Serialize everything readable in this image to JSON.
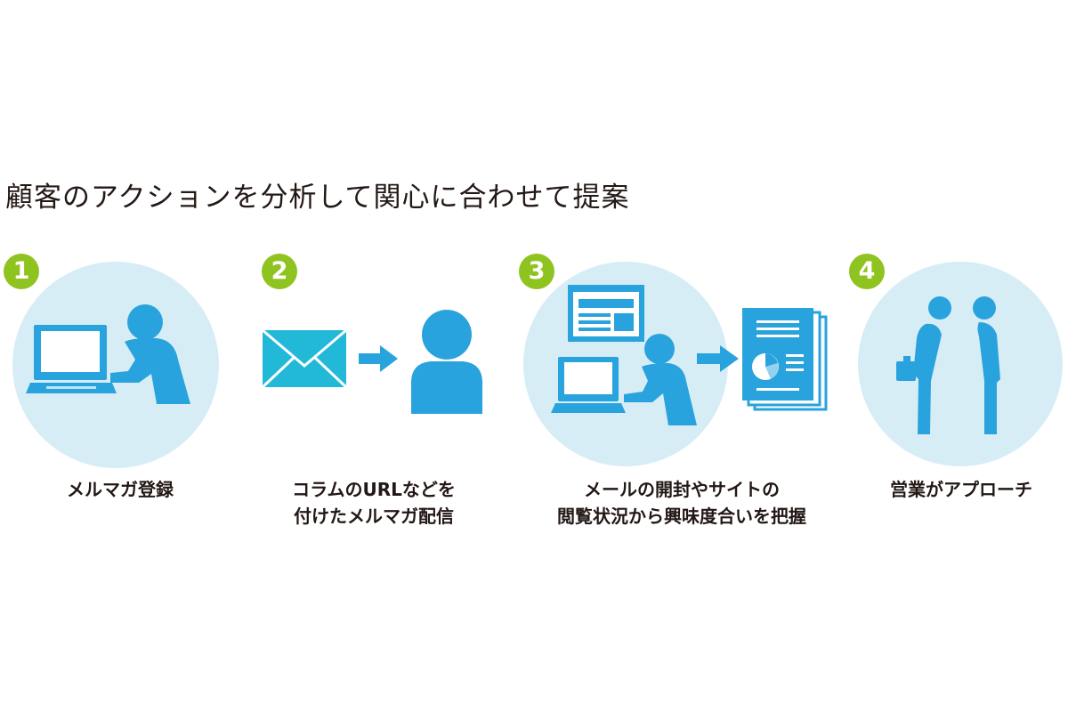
{
  "title": "顧客のアクションを分析して関心に合わせて提案",
  "steps": [
    {
      "number": "1",
      "caption_lines": [
        "メルマガ登録"
      ]
    },
    {
      "number": "2",
      "caption_lines": [
        "コラムのURLなどを",
        "付けたメルマガ配信"
      ]
    },
    {
      "number": "3",
      "caption_lines": [
        "メールの開封やサイトの",
        "閲覧状況から興味度合いを把握"
      ]
    },
    {
      "number": "4",
      "caption_lines": [
        "営業がアプローチ"
      ]
    }
  ],
  "colors": {
    "badge": "#8fc31f",
    "circle": "#d7edf6",
    "figure": "#29a3dd",
    "envelope": "#22b8d8",
    "text": "#231815"
  },
  "icons": {
    "step1": [
      "laptop-icon",
      "person-icon"
    ],
    "step2": [
      "envelope-icon",
      "arrow-right-icon",
      "person-icon"
    ],
    "step3": [
      "webpage-icon",
      "laptop-icon",
      "person-icon",
      "arrow-right-icon",
      "report-document-icon"
    ],
    "step4": [
      "bowing-people-icon"
    ]
  }
}
